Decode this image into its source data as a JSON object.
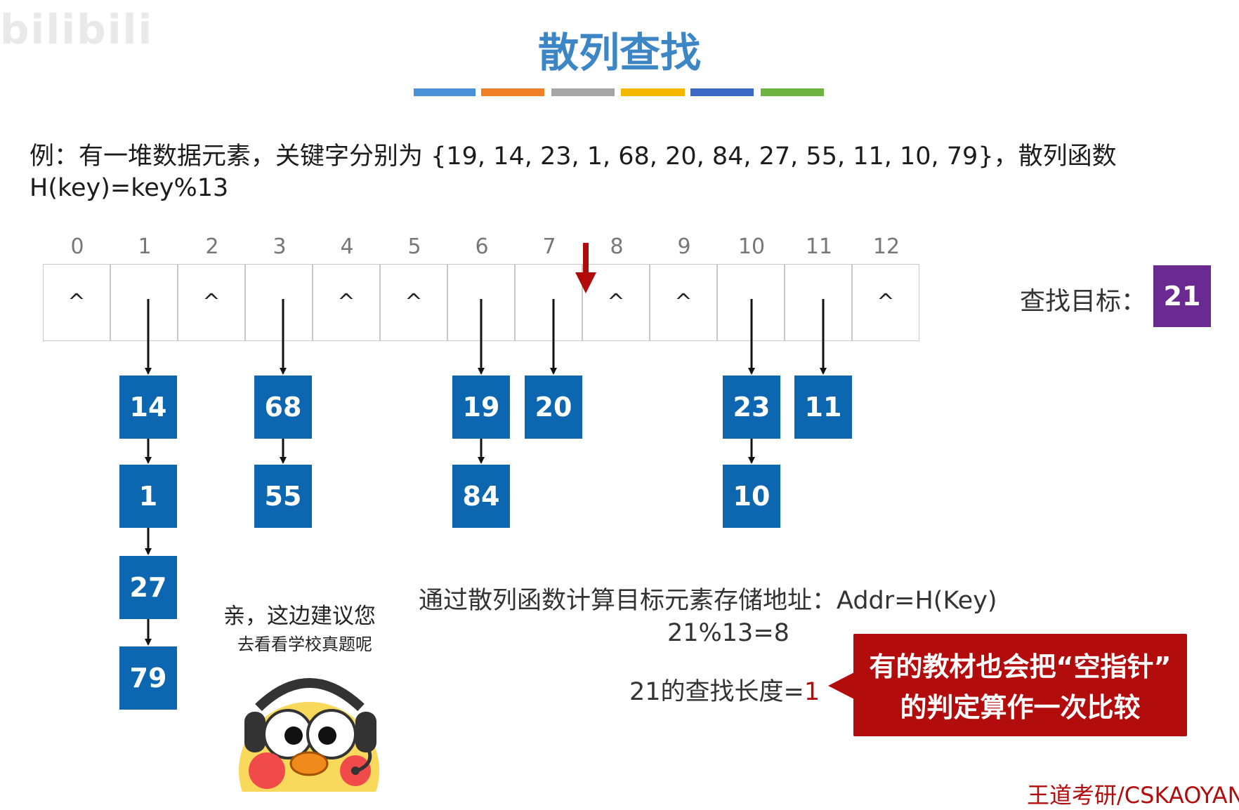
{
  "watermark": "bilibili",
  "title": "散列查找",
  "title_bar_colors": [
    "#4a90d9",
    "#ef7f24",
    "#a5a5a5",
    "#f5b800",
    "#3a68c4",
    "#6db33f"
  ],
  "example": {
    "line1": "例：有一堆数据元素，关键字分别为 {19, 14, 23, 1, 68, 20, 84, 27, 55, 11, 10, 79}，散列函数",
    "line2": "H(key)=key%13"
  },
  "hash_table": {
    "indices": [
      "0",
      "1",
      "2",
      "3",
      "4",
      "5",
      "6",
      "7",
      "8",
      "9",
      "10",
      "11",
      "12"
    ],
    "empty_marker": "^",
    "chains": [
      [],
      [
        "14",
        "1",
        "27",
        "79"
      ],
      [],
      [
        "68",
        "55"
      ],
      [],
      [],
      [
        "19",
        "84"
      ],
      [
        "20"
      ],
      [],
      [],
      [
        "23",
        "10"
      ],
      [
        "11"
      ],
      []
    ],
    "highlight_index": 8,
    "node_color": "#0d67b0",
    "pointer_color": "#b00a0a"
  },
  "target": {
    "label": "查找目标：",
    "value": "21",
    "color": "#6b2a92"
  },
  "speech": {
    "line1": "亲，这边建议您",
    "line2": "去看看学校真题呢"
  },
  "explanation": {
    "line1": "通过散列函数计算目标元素存储地址：Addr=H(Key)",
    "line2": "21%13=8",
    "length_prefix": "21的查找长度=",
    "length_value": "1"
  },
  "callout": {
    "line1": "有的教材也会把“空指针”",
    "line2": "的判定算作一次比较",
    "color": "#b30c0c"
  },
  "footer": "王道考研/CSKAOYAN"
}
